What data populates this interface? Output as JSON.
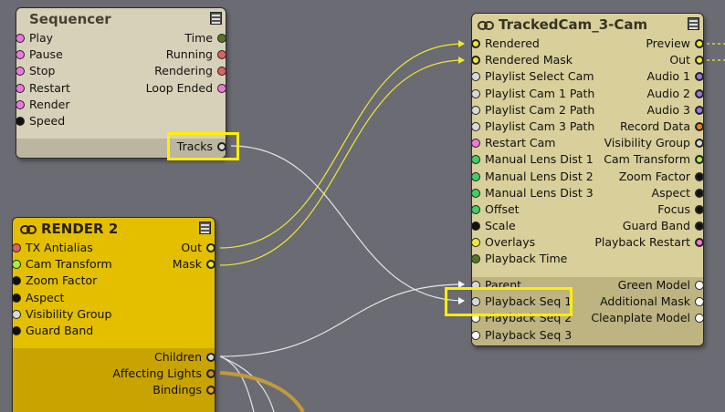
{
  "colors": {
    "background": "#6b6b73",
    "wire_yellow": "#f0e838",
    "wire_white": "#e6e6e6",
    "wire_gold": "#c19a3c",
    "highlight": "#ffef00"
  },
  "sequencer": {
    "title": "Sequencer",
    "inputs": [
      {
        "label": "Play",
        "color": "#ee77dd"
      },
      {
        "label": "Pause",
        "color": "#ee77dd"
      },
      {
        "label": "Stop",
        "color": "#ee77dd"
      },
      {
        "label": "Restart",
        "color": "#ee77dd"
      },
      {
        "label": "Render",
        "color": "#ee77dd"
      },
      {
        "label": "Speed",
        "color": "#111111"
      }
    ],
    "outputs": [
      {
        "label": "Time",
        "color": "#557722"
      },
      {
        "label": "Running",
        "color": "#e06060"
      },
      {
        "label": "Rendering",
        "color": "#e06060"
      },
      {
        "label": "Loop Ended",
        "color": "#ee77dd"
      }
    ],
    "footer_output": {
      "label": "Tracks",
      "color": "#d9d9d9"
    }
  },
  "render": {
    "title": "RENDER 2",
    "inputs": [
      {
        "label": "TX Antialias",
        "color": "#e06060"
      },
      {
        "label": "Cam Transform",
        "color": "#aaee44"
      },
      {
        "label": "Zoom Factor",
        "color": "#111111"
      },
      {
        "label": "Aspect",
        "color": "#111111"
      },
      {
        "label": "Visibility Group",
        "color": "#d9d9d9"
      },
      {
        "label": "Guard Band",
        "color": "#111111"
      }
    ],
    "outputs": [
      {
        "label": "Out",
        "color": "#f0e838"
      },
      {
        "label": "Mask",
        "color": "#f0e838"
      }
    ],
    "footer_outputs": [
      {
        "label": "Children",
        "color": "#d9d9d9"
      },
      {
        "label": "Affecting Lights",
        "color": "#c8902a"
      },
      {
        "label": "Bindings",
        "color": "#f0a020"
      }
    ]
  },
  "camera": {
    "title": "TrackedCam_3-Cam",
    "inputs": [
      {
        "label": "Rendered",
        "color": "#f0e838"
      },
      {
        "label": "Rendered Mask",
        "color": "#f0e838"
      },
      {
        "label": "Playlist Select Cam",
        "color": "#d9d9d9"
      },
      {
        "label": "Playlist Cam 1 Path",
        "color": "#d9d9d9"
      },
      {
        "label": "Playlist Cam 2 Path",
        "color": "#d9d9d9"
      },
      {
        "label": "Playlist Cam 3 Path",
        "color": "#d9d9d9"
      },
      {
        "label": "Restart Cam",
        "color": "#ee77dd"
      },
      {
        "label": "Manual Lens Dist 1",
        "color": "#44cc66"
      },
      {
        "label": "Manual Lens Dist 2",
        "color": "#44cc66"
      },
      {
        "label": "Manual Lens Dist 3",
        "color": "#44cc66"
      },
      {
        "label": "Offset",
        "color": "#44cc66"
      },
      {
        "label": "Scale",
        "color": "#111111"
      },
      {
        "label": "Overlays",
        "color": "#f0e838"
      },
      {
        "label": "Playback Time",
        "color": "#557722"
      }
    ],
    "outputs": [
      {
        "label": "Preview",
        "color": "#f0e838"
      },
      {
        "label": "Out",
        "color": "#f0e838"
      },
      {
        "label": "Audio 1",
        "color": "#9977dd"
      },
      {
        "label": "Audio 2",
        "color": "#9977dd"
      },
      {
        "label": "Audio 3",
        "color": "#9977dd"
      },
      {
        "label": "Record Data",
        "color": "#f08020"
      },
      {
        "label": "Visibility Group",
        "color": "#d9d9d9"
      },
      {
        "label": "Cam Transform",
        "color": "#aaee44"
      },
      {
        "label": "Zoom Factor",
        "color": "#111111"
      },
      {
        "label": "Aspect",
        "color": "#111111"
      },
      {
        "label": "Focus",
        "color": "#111111"
      },
      {
        "label": "Guard Band",
        "color": "#111111"
      },
      {
        "label": "Playback Restart",
        "color": "#ee77dd"
      }
    ],
    "footer_inputs": [
      {
        "label": "Parent",
        "color": "#d9d9d9"
      },
      {
        "label": "Playback Seq 1",
        "color": "#d9d9d9"
      },
      {
        "label": "Playback Seq 2",
        "color": "#ffffff"
      },
      {
        "label": "Playback Seq 3",
        "color": "#ffffff"
      }
    ],
    "footer_outputs": [
      {
        "label": "Green Model",
        "color": "#ffffff"
      },
      {
        "label": "Additional Mask",
        "color": "#ffffff"
      },
      {
        "label": "Cleanplate Model",
        "color": "#ffffff"
      }
    ]
  }
}
